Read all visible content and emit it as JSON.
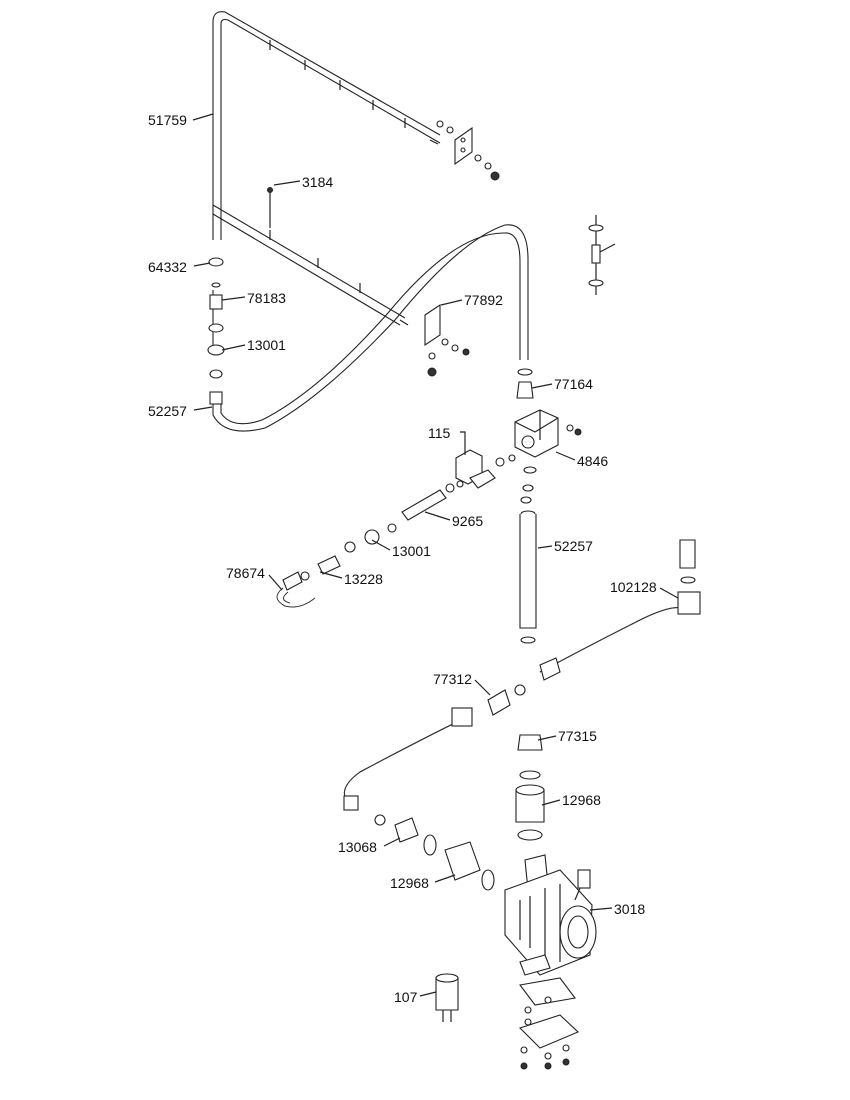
{
  "callouts": [
    {
      "id": "c-51759",
      "text": "51759"
    },
    {
      "id": "c-3184",
      "text": "3184"
    },
    {
      "id": "c-64332",
      "text": "64332"
    },
    {
      "id": "c-78183",
      "text": "78183"
    },
    {
      "id": "c-77892",
      "text": "77892"
    },
    {
      "id": "c-13001-top",
      "text": "13001"
    },
    {
      "id": "c-52257-left",
      "text": "52257"
    },
    {
      "id": "c-77164",
      "text": "77164"
    },
    {
      "id": "c-115",
      "text": "115"
    },
    {
      "id": "c-4846",
      "text": "4846"
    },
    {
      "id": "c-9265",
      "text": "9265"
    },
    {
      "id": "c-52257-mid",
      "text": "52257"
    },
    {
      "id": "c-13001-mid",
      "text": "13001"
    },
    {
      "id": "c-78674",
      "text": "78674"
    },
    {
      "id": "c-13228",
      "text": "13228"
    },
    {
      "id": "c-102128",
      "text": "102128"
    },
    {
      "id": "c-77312",
      "text": "77312"
    },
    {
      "id": "c-77315",
      "text": "77315"
    },
    {
      "id": "c-12968-right",
      "text": "12968"
    },
    {
      "id": "c-13068",
      "text": "13068"
    },
    {
      "id": "c-12968-left",
      "text": "12968"
    },
    {
      "id": "c-3018",
      "text": "3018"
    },
    {
      "id": "c-107",
      "text": "107"
    }
  ]
}
